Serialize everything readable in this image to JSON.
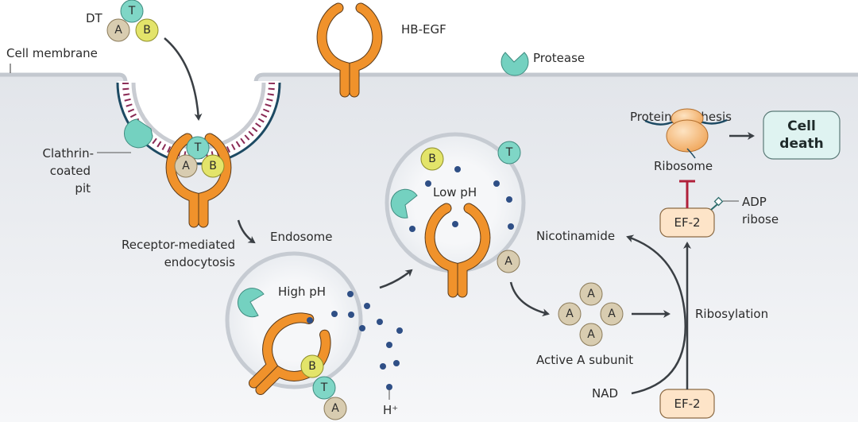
{
  "labels": {
    "dt": "DT",
    "cell_membrane": "Cell membrane",
    "hb_egf": "HB-EGF",
    "protease": "Protease",
    "clathrin_line1": "Clathrin-",
    "clathrin_line2": "coated",
    "clathrin_line3": "pit",
    "rme_line1": "Receptor-mediated",
    "rme_line2": "endocytosis",
    "endosome": "Endosome",
    "high_ph": "High pH",
    "low_ph": "Low pH",
    "h_plus": "H⁺",
    "protein_synthesis": "Protein synthesis",
    "ribosome": "Ribosome",
    "cell_death_line1": "Cell",
    "cell_death_line2": "death",
    "adp_line1": "ADP",
    "adp_line2": "ribose",
    "ef2_top": "EF-2",
    "ef2_bottom": "EF-2",
    "nicotinamide": "Nicotinamide",
    "ribosylation": "Ribosylation",
    "active_a": "Active A subunit",
    "nad": "NAD"
  },
  "subunits": {
    "a": "A",
    "b": "B",
    "t": "T"
  },
  "colors": {
    "receptor": "#f0922b",
    "subunit_a": "#d8ccb0",
    "subunit_b": "#e3e46a",
    "subunit_t": "#7fd6c6",
    "protease": "#74d1c0",
    "clathrin": "#8a2a55",
    "cytoplasm": "#e6e9ee",
    "ef2_box": "#fde4c8",
    "cell_death_box": "#dff3f1",
    "inhibit": "#b0203a",
    "proton": "#2f4f86"
  }
}
